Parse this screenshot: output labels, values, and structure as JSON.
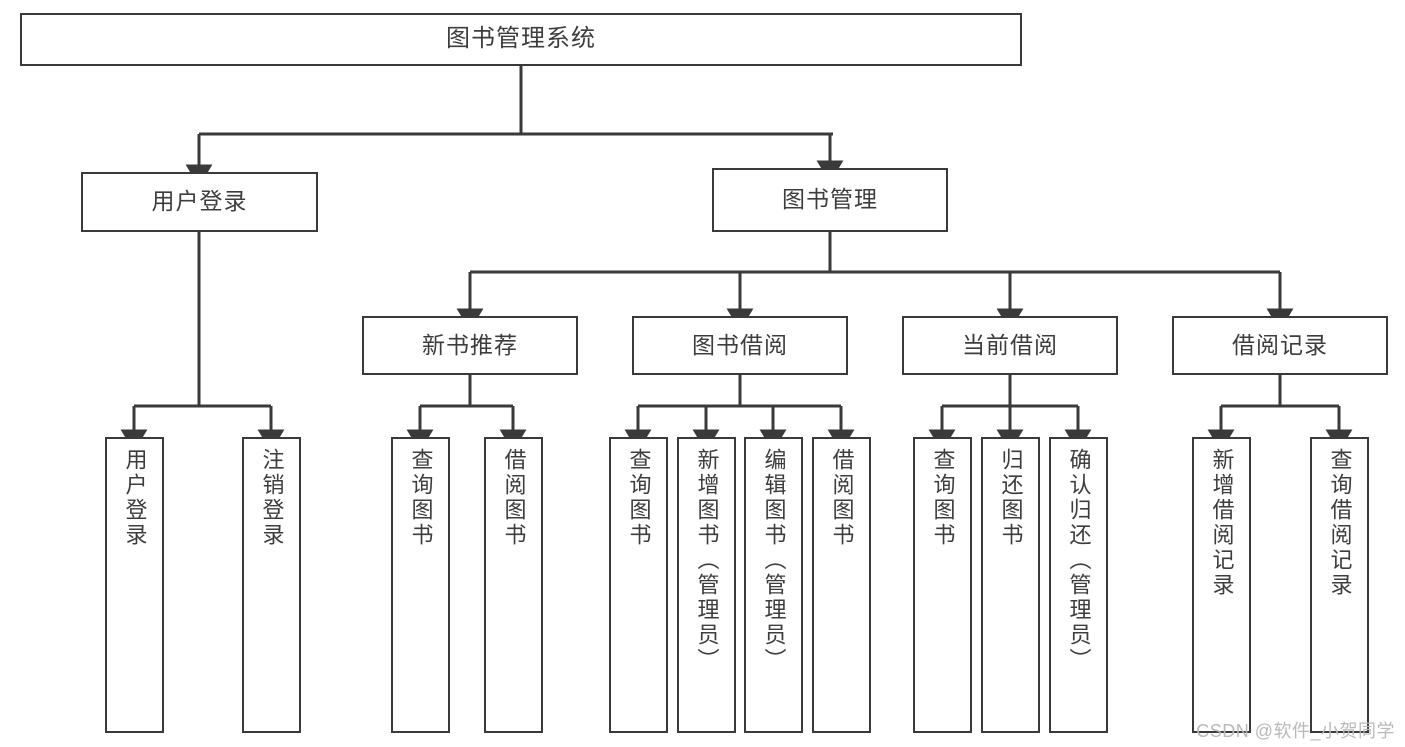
{
  "diagram": {
    "title": "图书管理系统",
    "type": "tree-hierarchy-chart",
    "stroke_color": "#3a3a3a",
    "text_color": "#3d3d3d",
    "background_color": "#ffffff"
  },
  "watermark": {
    "text": "CSDN @软件_小贺同学",
    "color": "#b9b9b9"
  },
  "nodes": {
    "root": {
      "label": "图书管理系统"
    },
    "level2": [
      {
        "id": "user-login",
        "label": "用户登录"
      },
      {
        "id": "book-manage",
        "label": "图书管理"
      }
    ],
    "level3": [
      {
        "id": "new-book-recommend",
        "label": "新书推荐"
      },
      {
        "id": "book-borrow",
        "label": "图书借阅"
      },
      {
        "id": "current-borrow",
        "label": "当前借阅"
      },
      {
        "id": "borrow-record",
        "label": "借阅记录"
      }
    ],
    "leaves": {
      "user-login": [
        {
          "id": "leaf-user-login",
          "label": "用户登录"
        },
        {
          "id": "leaf-logout-login",
          "label": "注销登录"
        }
      ],
      "new-book-recommend": [
        {
          "id": "leaf-query-book-1",
          "label": "查询图书"
        },
        {
          "id": "leaf-borrow-book-1",
          "label": "借阅图书"
        }
      ],
      "book-borrow": [
        {
          "id": "leaf-query-book-2",
          "label": "查询图书"
        },
        {
          "id": "leaf-add-book",
          "label": "新增图书（管理员）"
        },
        {
          "id": "leaf-edit-book",
          "label": "编辑图书（管理员）"
        },
        {
          "id": "leaf-borrow-book-2",
          "label": "借阅图书"
        }
      ],
      "current-borrow": [
        {
          "id": "leaf-query-book-3",
          "label": "查询图书"
        },
        {
          "id": "leaf-return-book",
          "label": "归还图书"
        },
        {
          "id": "leaf-confirm-return",
          "label": "确认归还（管理员）"
        }
      ],
      "borrow-record": [
        {
          "id": "leaf-add-record",
          "label": "新增借阅记录"
        },
        {
          "id": "leaf-query-record",
          "label": "查询借阅记录"
        }
      ]
    }
  }
}
